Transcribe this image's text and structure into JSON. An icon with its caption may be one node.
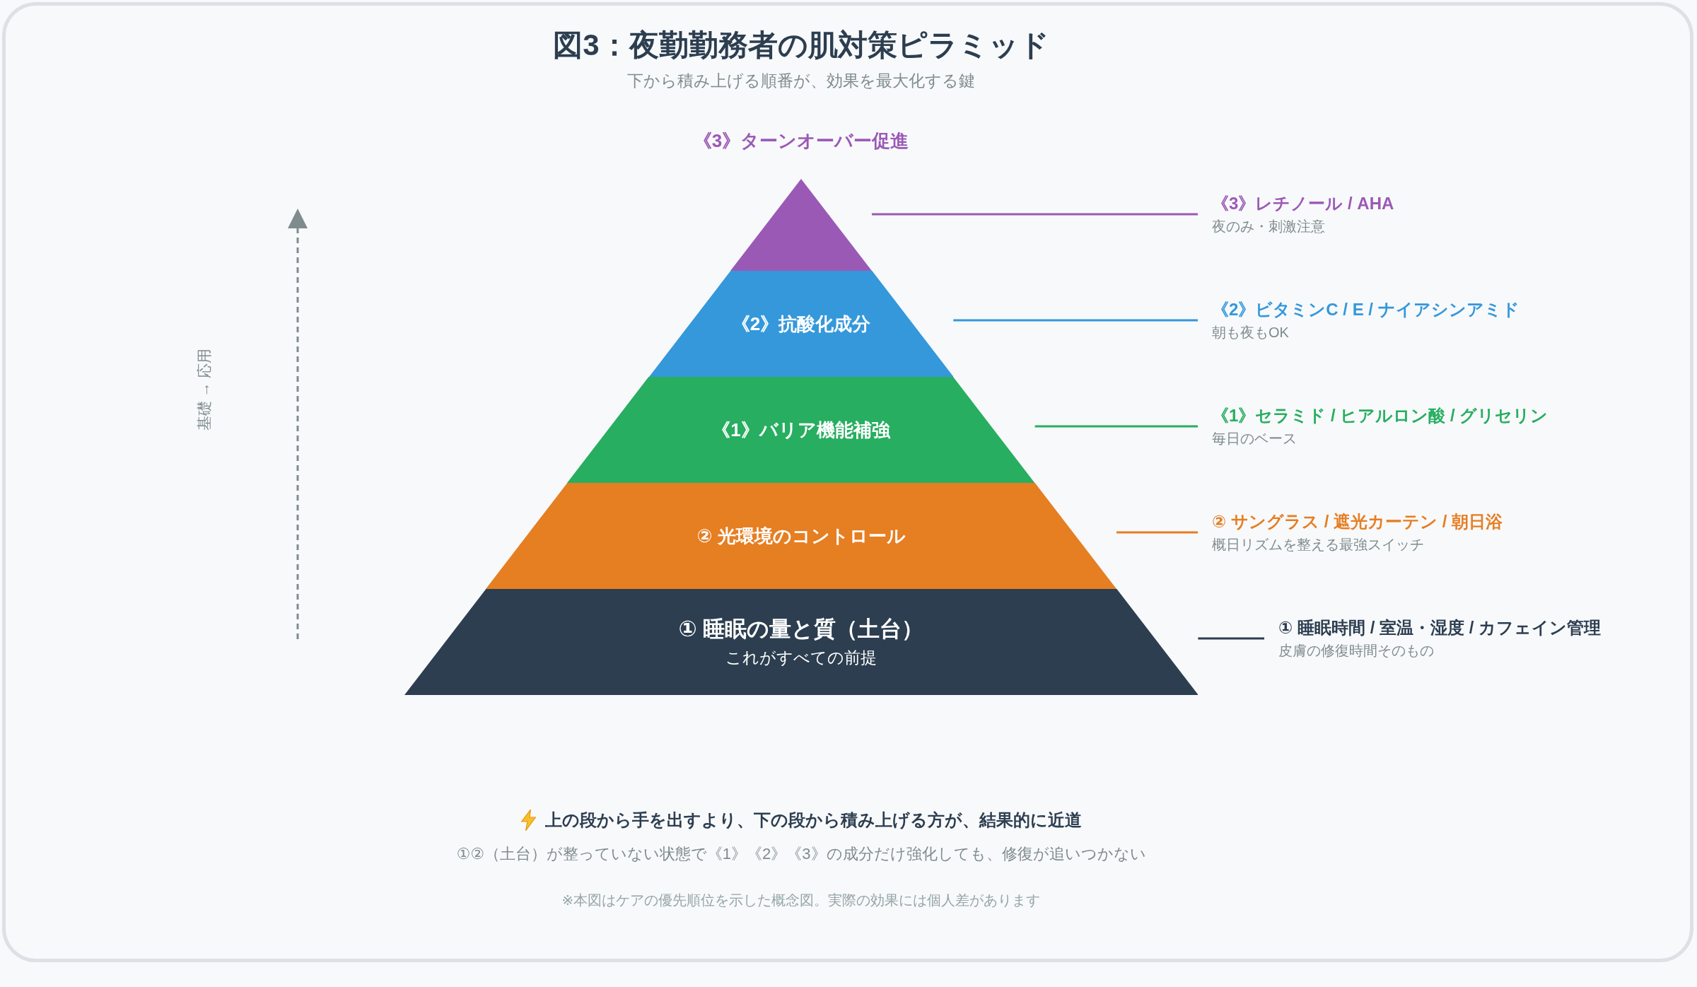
{
  "diagram": {
    "title": "図3：夜勤勤務者の肌対策ピラミッド",
    "nodes": [
      {
        "text": [
          "《3》ターンオーバー促進"
        ]
      },
      {
        "text": [
          "《2》抗酸化成分"
        ]
      },
      {
        "text": [
          "《1》バリア機能補強"
        ]
      },
      {
        "text": [
          "② 光環境のコントロール"
        ]
      },
      {
        "text": [
          "① 睡眠の量と質（土台）",
          "これがすべての前提"
        ]
      },
      {
        "text": [
          "《3》レチノール / AHA",
          "夜のみ・刺激注意"
        ]
      },
      {
        "text": [
          "《2》ビタミンC / E / ナイアシンアミド",
          "朝も夜もOK"
        ]
      },
      {
        "text": [
          "《1》セラミド / ヒアルロン酸 / グリセリン",
          "毎日のベース"
        ]
      },
      {
        "text": [
          "② サングラス / 遮光カーテン / 朝日浴",
          "概日リズムを整える最強スイッチ"
        ]
      },
      {
        "text": [
          "① 睡眠時間 / 室温・湿度 / カフェイン管理",
          "皮膚の修復時間そのもの"
        ]
      }
    ],
    "edges": [
      {
        "from": 5,
        "to": 0,
        "arrow": "none",
        "color": "#9b59b6"
      },
      {
        "from": 6,
        "to": 1,
        "arrow": "none",
        "color": "#3498db"
      },
      {
        "from": 7,
        "to": 2,
        "arrow": "none",
        "color": "#27ae60"
      },
      {
        "from": 8,
        "to": 3,
        "arrow": "none",
        "color": "#e67e22"
      },
      {
        "from": 9,
        "to": 4,
        "arrow": "none",
        "color": "#2c3e50"
      }
    ],
    "labels": [
      "下から積み上げる順番が、効果を最大化する鍵",
      "基礎 → 応用",
      "上の段から手を出すより、下の段から積み上げる方が、結果的に近道",
      "①②（土台）が整っていない状態で《1》《2》《3》の成分だけ強化しても、修復が追いつかない",
      "※本図はケアの優先順位を示した概念図。実際の効果には個人差があります"
    ]
  }
}
